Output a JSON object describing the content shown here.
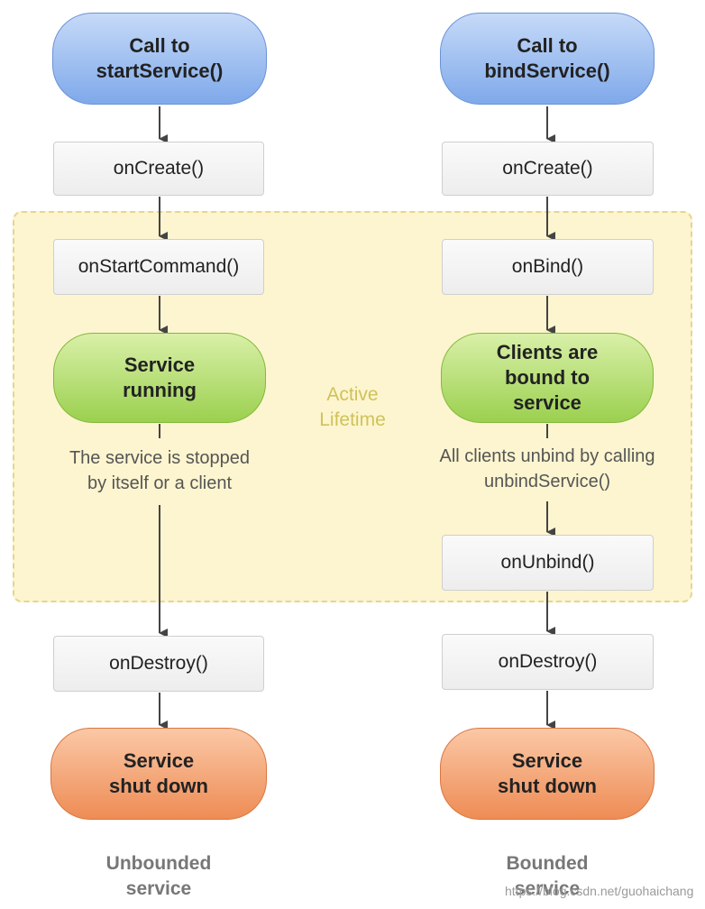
{
  "active_label": "Active\nLifetime",
  "left": {
    "start": "Call to\nstartService()",
    "on_create": "onCreate()",
    "on_start_command": "onStartCommand()",
    "running": "Service\nrunning",
    "note": "The service is stopped\nby itself or a client",
    "on_destroy": "onDestroy()",
    "shutdown": "Service\nshut down",
    "caption": "Unbounded\nservice"
  },
  "right": {
    "start": "Call to\nbindService()",
    "on_create": "onCreate()",
    "on_bind": "onBind()",
    "bound": "Clients are\nbound to\nservice",
    "note": "All clients unbind by calling\nunbindService()",
    "on_unbind": "onUnbind()",
    "on_destroy": "onDestroy()",
    "shutdown": "Service\nshut down",
    "caption": "Bounded\nservice"
  },
  "watermark": "https://blog.csdn.net/guohaichang",
  "colors": {
    "start_fill": "#7fa9ea",
    "running_fill": "#9bd04f",
    "shutdown_fill": "#ee8c55",
    "active_zone_fill": "#fdf5cf",
    "active_label": "#cfc25a"
  }
}
